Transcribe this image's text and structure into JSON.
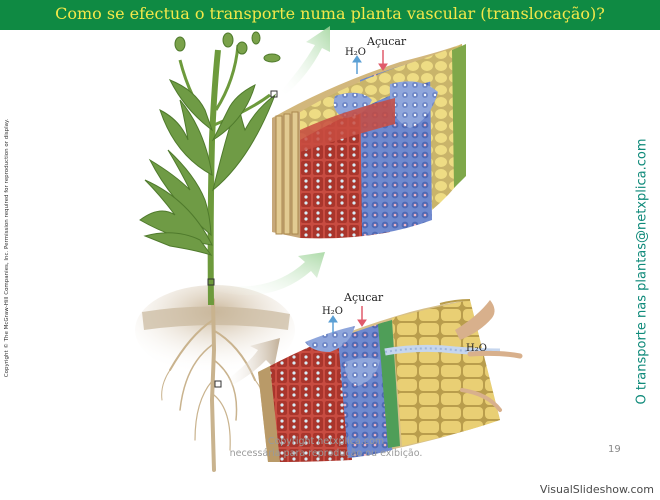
{
  "header": {
    "title": "Como se efectua o transporte numa planta vascular (translocação)?"
  },
  "sidebar": {
    "copyright_text": "Copyright © The McGraw-Hill Companies, Inc. Permission required for reproduction or display.",
    "caption": "O transporte nas plantas@netxplica.com"
  },
  "diagram": {
    "upper_block": {
      "water_label": "H₂O",
      "sugar_label": "Açucar"
    },
    "lower_block": {
      "water_label": "H₂O",
      "sugar_label": "Açucar",
      "root_water_label": "H₂O"
    },
    "colors": {
      "title_bar": "#0f8a43",
      "title_text": "#f3e84a",
      "xylem": "#c94a3f",
      "phloem": "#5f7fc9",
      "parenchyma": "#e8d36a",
      "cortex": "#d9c38a",
      "water_arrow": "#5a9fd4",
      "sugar_arrow": "#e05a6a",
      "green_arrow": "#a8d8a0",
      "soil_arrow": "#b9a58a"
    }
  },
  "footer": {
    "watermark_line1": "Copyright netxplica.com",
    "watermark_line2": "necessária para reprodução ou exibição.",
    "page_number": "19",
    "brand": "VisualSlideshow.com"
  }
}
